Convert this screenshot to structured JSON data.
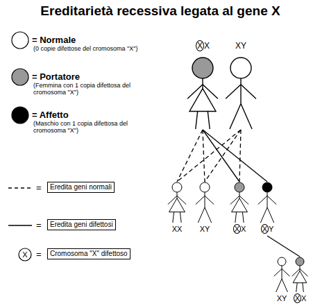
{
  "diagram": {
    "title": "Ereditarietà recessiva legata al gene X",
    "nodes": [
      {
        "text": [
          "XX"
        ]
      },
      {
        "text": [
          "XY"
        ]
      },
      {
        "text": [
          "XX"
        ]
      },
      {
        "text": [
          "XY"
        ]
      },
      {
        "text": [
          "XX"
        ]
      },
      {
        "text": [
          "XY"
        ]
      },
      {
        "text": [
          "XY"
        ]
      },
      {
        "text": [
          "XX"
        ]
      }
    ],
    "edges": [
      {
        "from": 0,
        "to": 2,
        "arrow": "none"
      },
      {
        "from": 0,
        "to": 3,
        "arrow": "none"
      },
      {
        "from": 0,
        "to": 4,
        "arrow": "none"
      },
      {
        "from": 0,
        "to": 5,
        "arrow": "none"
      },
      {
        "from": 1,
        "to": 2,
        "arrow": "none"
      },
      {
        "from": 1,
        "to": 3,
        "arrow": "none"
      },
      {
        "from": 1,
        "to": 4,
        "arrow": "none"
      },
      {
        "from": 5,
        "to": 7,
        "arrow": "none"
      }
    ],
    "labels": [
      "(0 copie difettose del cromosoma \"X\")",
      "(Femmina con 1 copia difettosa del cromosoma \"X\")",
      "(Maschio con 1 copia difettosa del cromosoma \"X\")",
      "=",
      "=",
      "=",
      "X"
    ],
    "legend": [
      {
        "text": "= Normale",
        "color": "#ffffff"
      },
      {
        "text": "= Portatore",
        "color": "#999999"
      },
      {
        "text": "= Affetto",
        "color": "#000000"
      },
      {
        "text": "Eredita geni normali"
      },
      {
        "text": "Eredita geni difettosi"
      },
      {
        "text": "Cromosoma \"X\" difettoso"
      }
    ]
  }
}
